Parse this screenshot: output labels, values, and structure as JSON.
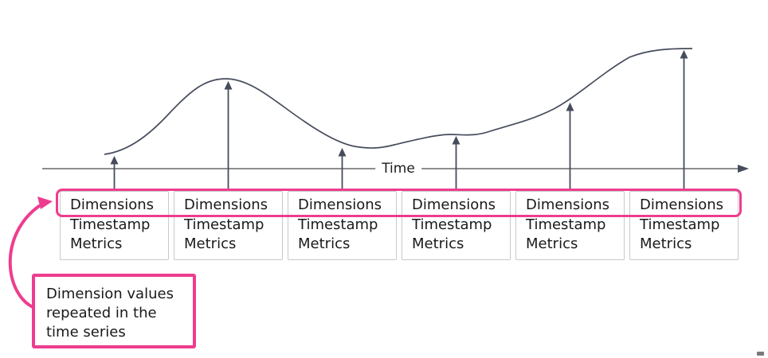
{
  "axis": {
    "label": "Time"
  },
  "record": {
    "count": 6,
    "fields": [
      "Dimensions",
      "Timestamp",
      "Metrics"
    ]
  },
  "callout": {
    "lines": [
      "Dimension values",
      "repeated in the",
      "time series"
    ]
  },
  "colors": {
    "accent_pink": "#ee3d8e",
    "curve_stroke": "#454c5b",
    "axis_stroke": "#7d7d7d",
    "box_border": "#c9c9c9",
    "text": "#1a1a1a"
  }
}
